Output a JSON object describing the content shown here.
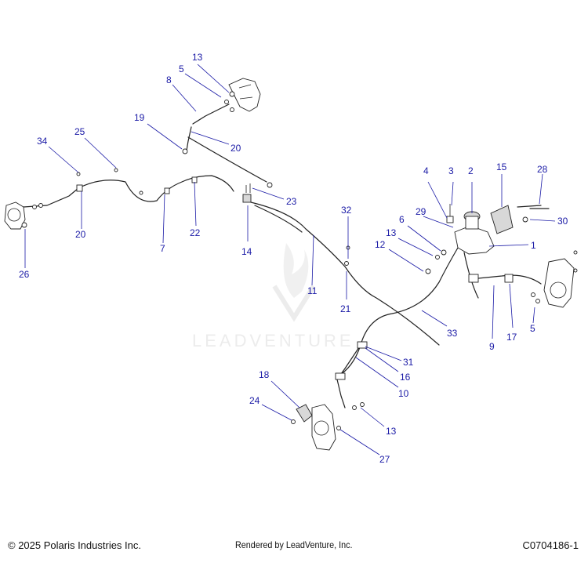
{
  "watermark": "LEADVENTURE",
  "callouts": [
    "13",
    "5",
    "8",
    "19",
    "20",
    "25",
    "34",
    "20",
    "7",
    "22",
    "14",
    "23",
    "4",
    "3",
    "2",
    "15",
    "28",
    "29",
    "6",
    "13",
    "12",
    "30",
    "1",
    "32",
    "11",
    "21",
    "26",
    "9",
    "17",
    "5",
    "33",
    "31",
    "16",
    "10",
    "18",
    "24",
    "13",
    "27"
  ],
  "footer": {
    "copyright": "© 2025 Polaris Industries Inc.",
    "rendered_by": "Rendered by LeadVenture, Inc.",
    "diagram_code": "C0704186-1"
  }
}
